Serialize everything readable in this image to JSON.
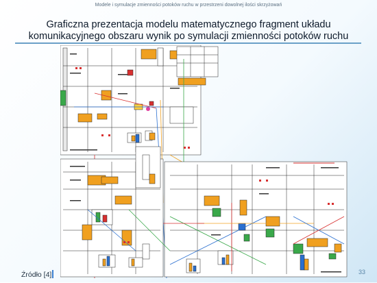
{
  "header": {
    "subtitle": "Modele i symulacje zmienności potoków ruchu w przestrzeni dowolnej ilości skrzyżowań"
  },
  "slide": {
    "title_line1": "Graficzna prezentacja modelu matematycznego fragment układu",
    "title_line2": "komunikacyjnego obszaru wynik po symulacji zmienności potoków ruchu"
  },
  "footer": {
    "source": "Źródło [4]",
    "page": "33"
  },
  "colors": {
    "accent": "#3a7fd0",
    "rule": "#6aa0c8",
    "orange": "#f0a020",
    "green": "#3aa84a",
    "red": "#d83030",
    "blue": "#2a6fd0"
  }
}
